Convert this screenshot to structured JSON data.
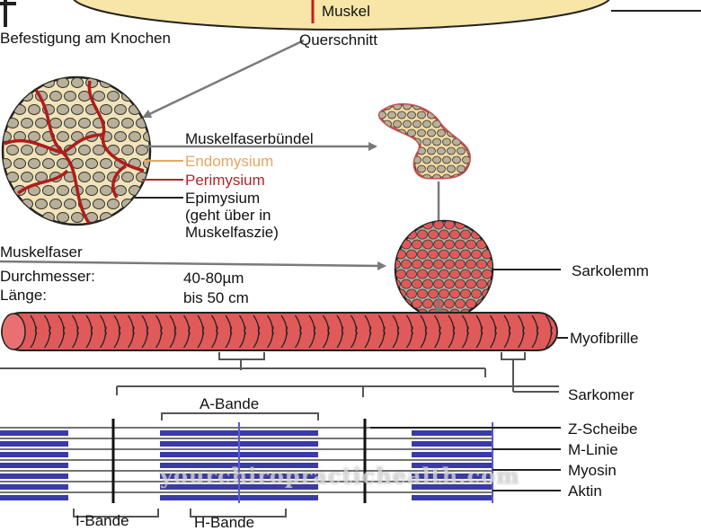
{
  "labels": {
    "muskel": "Muskel",
    "befestigung": "Befestigung am Knochen",
    "querschnitt": "Querschnitt",
    "muskelfaserbuendel": "Muskelfaserbündel",
    "endomysium": "Endomysium",
    "perimysium": "Perimysium",
    "epimysium": "Epimysium\n(geht über in\nMuskelfaszie)",
    "muskelfaser": "Muskelfaser",
    "durchmesser": "Durchmesser:",
    "durchmesser_value": "40-80µm",
    "laenge": "Länge:",
    "laenge_value": "bis 50 cm",
    "sarkolemm": "Sarkolemm",
    "myofibrille": "Myofibrille",
    "sarkomer": "Sarkomer",
    "a_bande": "A-Bande",
    "z_scheibe": "Z-Scheibe",
    "m_linie": "M-Linie",
    "myosin": "Myosin",
    "aktin": "Aktin",
    "i_bande": "I-Bande",
    "h_bande": "H-Bande"
  },
  "watermark": "yourchiropractichealth.com",
  "colors": {
    "muscle_fill": "#f7e6a8",
    "fascicle_fill": "#f2d9a0",
    "fiber_dot": "#b8b09a",
    "perimysium_red": "#b01c1c",
    "myofibril_red": "#e05a5a",
    "endomysium_text": "#e2a860",
    "perimysium_text": "#b0262c",
    "myosin_blue": "#3a3aa8",
    "arrow_gray": "#7a7a7a"
  }
}
